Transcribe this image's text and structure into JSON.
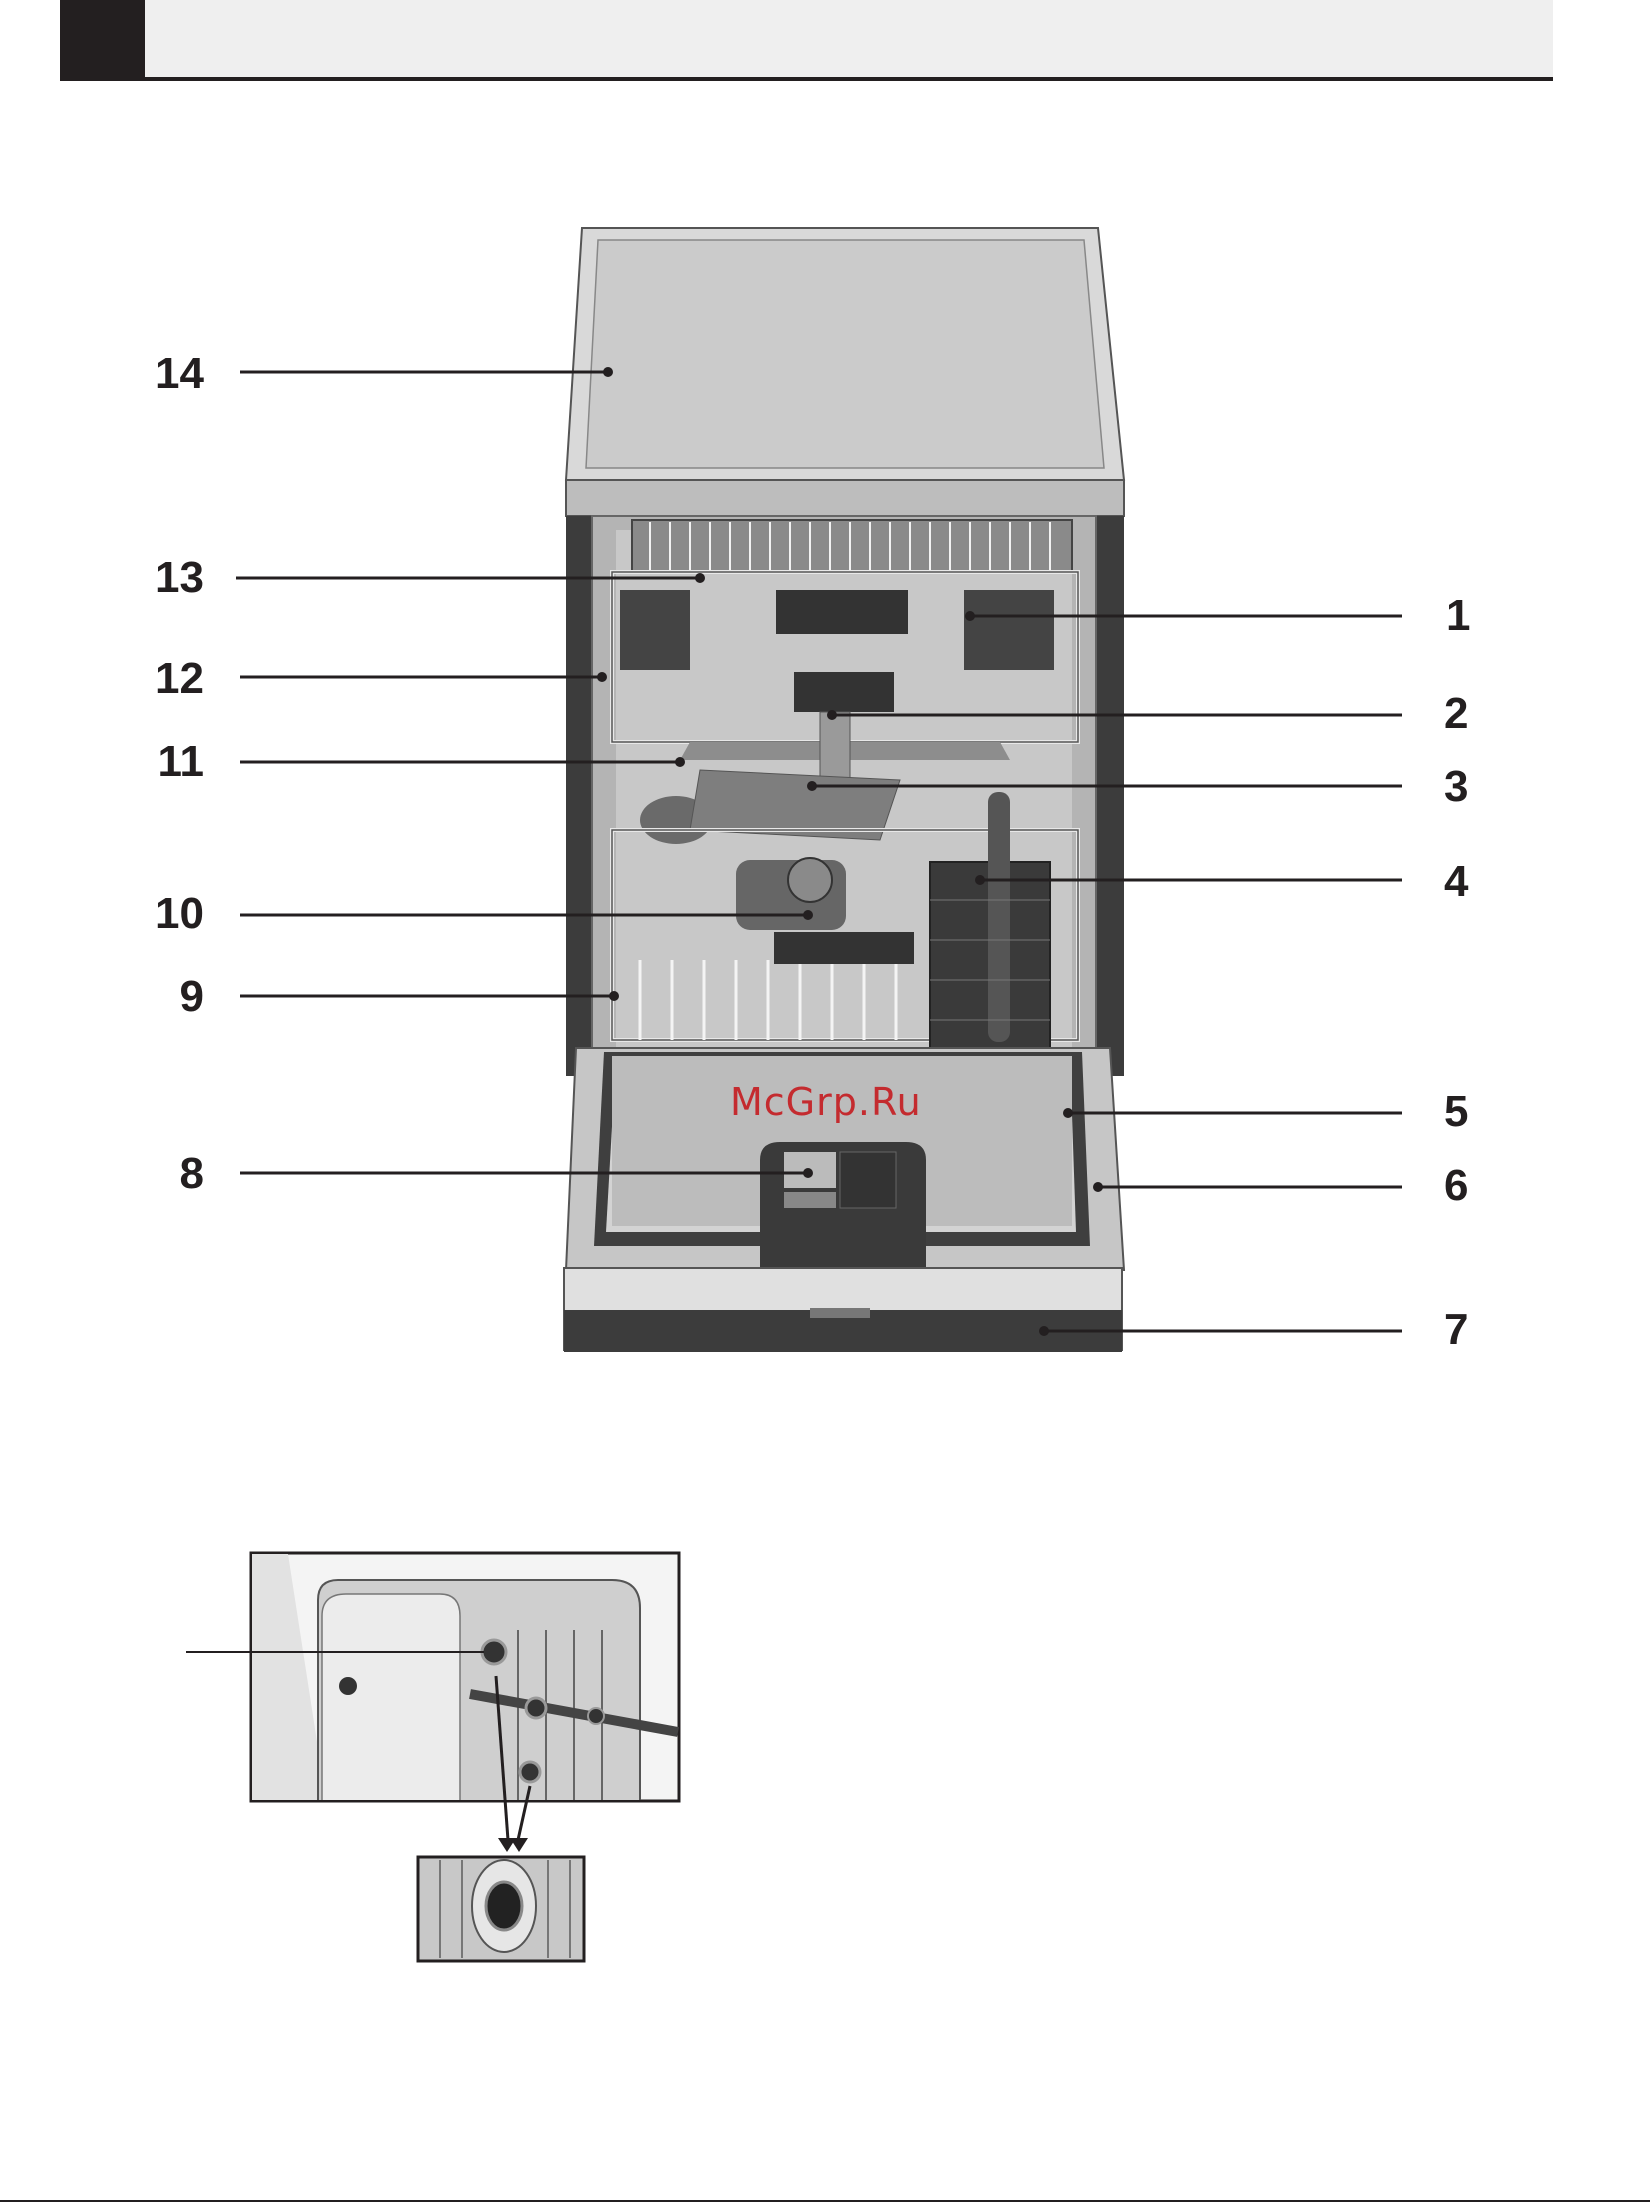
{
  "callouts": {
    "c1": "1",
    "c2": "2",
    "c3": "3",
    "c4": "4",
    "c5": "5",
    "c6": "6",
    "c7": "7",
    "c8": "8",
    "c9": "9",
    "c10": "10",
    "c11": "11",
    "c12": "12",
    "c13": "13",
    "c14": "14"
  },
  "watermark": "McGrp.Ru"
}
